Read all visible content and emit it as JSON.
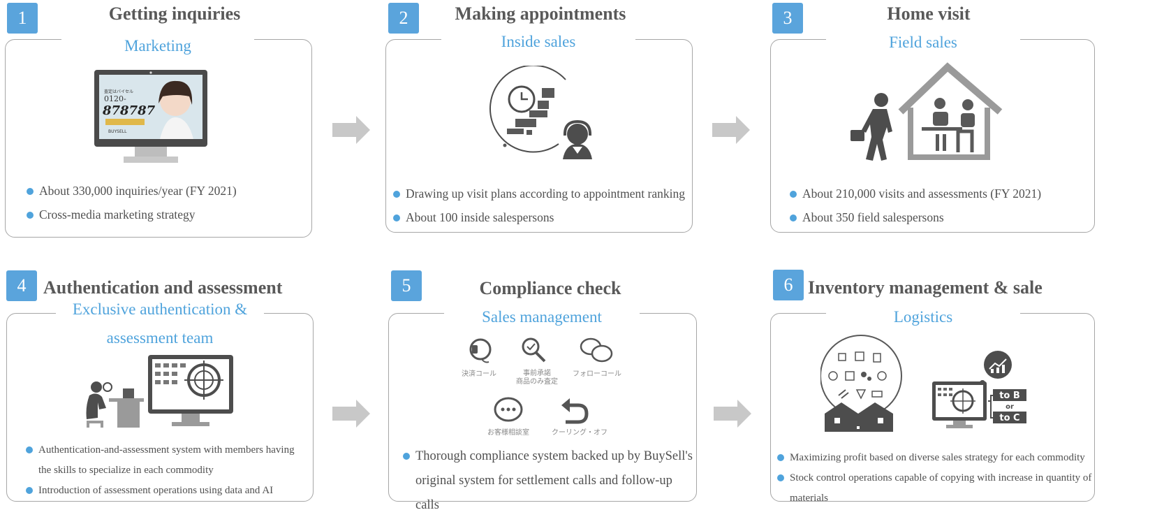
{
  "steps": [
    {
      "num": "1",
      "title": "Getting inquiries",
      "role": "Marketing",
      "bullets": [
        "About 330,000 inquiries/year (FY 2021)",
        "Cross-media marketing strategy"
      ],
      "screen": {
        "line1": "査定はバイセル",
        "line2": "0120-",
        "line3": "878787",
        "line4": "BUYSELL"
      }
    },
    {
      "num": "2",
      "title": "Making appointments",
      "role": "Inside sales",
      "bullets": [
        "Drawing up visit plans according to appointment ranking",
        "About 100 inside salespersons"
      ]
    },
    {
      "num": "3",
      "title": "Home visit",
      "role": "Field sales",
      "bullets": [
        "About 210,000 visits and assessments (FY 2021)",
        "About 350 field salespersons"
      ]
    },
    {
      "num": "4",
      "title": "Authentication and assessment",
      "role_line1": "Exclusive authentication &",
      "role_line2": "assessment team",
      "bullets": [
        "Authentication-and-assessment system with members having the skills to specialize in each commodity",
        "Introduction of assessment operations using data and AI"
      ]
    },
    {
      "num": "5",
      "title": "Compliance check",
      "role": "Sales management",
      "bullets": [
        "Thorough compliance system backed up by BuySell's original system for settlement calls and follow-up calls"
      ],
      "icons": {
        "settlement_call": "決済コール",
        "pre_approval_1": "事前承諾",
        "pre_approval_2": "商品のみ査定",
        "follow_up_call": "フォローコール",
        "customer_consultation": "お客様相談室",
        "cooling_off": "クーリング・オフ"
      }
    },
    {
      "num": "6",
      "title": "Inventory management & sale",
      "role": "Logistics",
      "bullets": [
        "Maximizing profit based on diverse sales strategy for each commodity",
        "Stock control operations capable of copying with increase in quantity of materials"
      ],
      "labels": {
        "to_b": "to B",
        "or": "or",
        "to_c": "to C"
      }
    }
  ],
  "colors": {
    "accent": "#5aa4dc",
    "text": "#595959",
    "icon": "#4d4d4d",
    "arrow": "#c8c8c8"
  }
}
